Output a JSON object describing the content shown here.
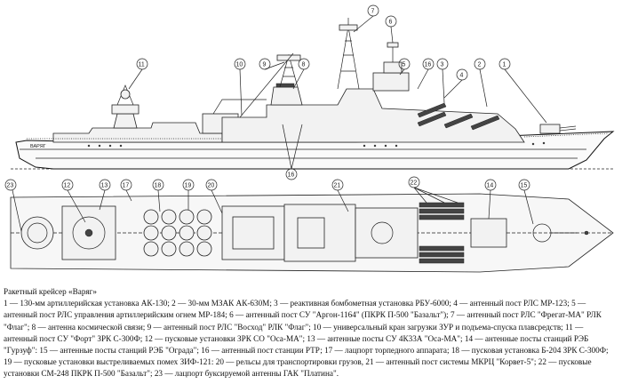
{
  "caption": {
    "title": "Ракетный крейсер «Варяг»",
    "legend": "1 — 130-мм артиллерийская установка АК-130; 2 — 30-мм МЗАК АК-630М; 3 — реактивная бомбометная установка РБУ-6000; 4 — антенный пост РЛС МР-123; 5 — антенный пост РЛС управления артиллерийским огнем МР-184; 6 — антенный пост СУ \"Аргон-1164\" (ПКРК П-500 \"Базальт\"); 7 — антенный пост РЛС \"Фрегат-МА\" РЛК \"Флаг\"; 8 — антенна космической связи; 9 — антенный пост РЛС \"Восход\" РЛК \"Флаг\"; 10 — универсальный кран загрузки ЗУР и подъема-спуска плавсредств; 11 — антенный пост СУ \"Форт\" ЗРК С-300Ф; 12 — пусковые установки ЗРК СО \"Оса-МА\"; 13 — антенные посты СУ 4К33А \"Оса-МА\"; 14 — антенные посты станций РЭБ \"Гурзуф\": 15 — антенные посты станций РЭБ \"Ограда\"; 16 — антенный пост станции РТР; 17 — лацпорт торпедного аппарата; 18 — пусковая установка Б-204 ЗРК С-300Ф; 19 — пусковые установки выстреливаемых помех ЗИФ-121: 20 — рельсы для транспортировки грузов, 21 — антенный пост системы МКРЦ \"Корвет-5\"; 22 — пусковые установки СМ-248 ПКРК П-500 \"Базальт\"; 23 — лацпорт буксируемой антенны ГАК \"Платина\"."
  },
  "drawing": {
    "hull_name": "ВАРЯГ",
    "callouts": {
      "c1": "1",
      "c2": "2",
      "c3": "3",
      "c4": "4",
      "c5": "5",
      "c6": "6",
      "c7": "7",
      "c8": "8",
      "c9": "9",
      "c10": "10",
      "c11": "11",
      "c12": "12",
      "c13": "13",
      "c14": "14",
      "c15": "15",
      "c16a": "16",
      "c16b": "16",
      "c17": "17",
      "c18": "18",
      "c19": "19",
      "c20": "20",
      "c21": "21",
      "c22": "22",
      "c23": "23"
    }
  }
}
